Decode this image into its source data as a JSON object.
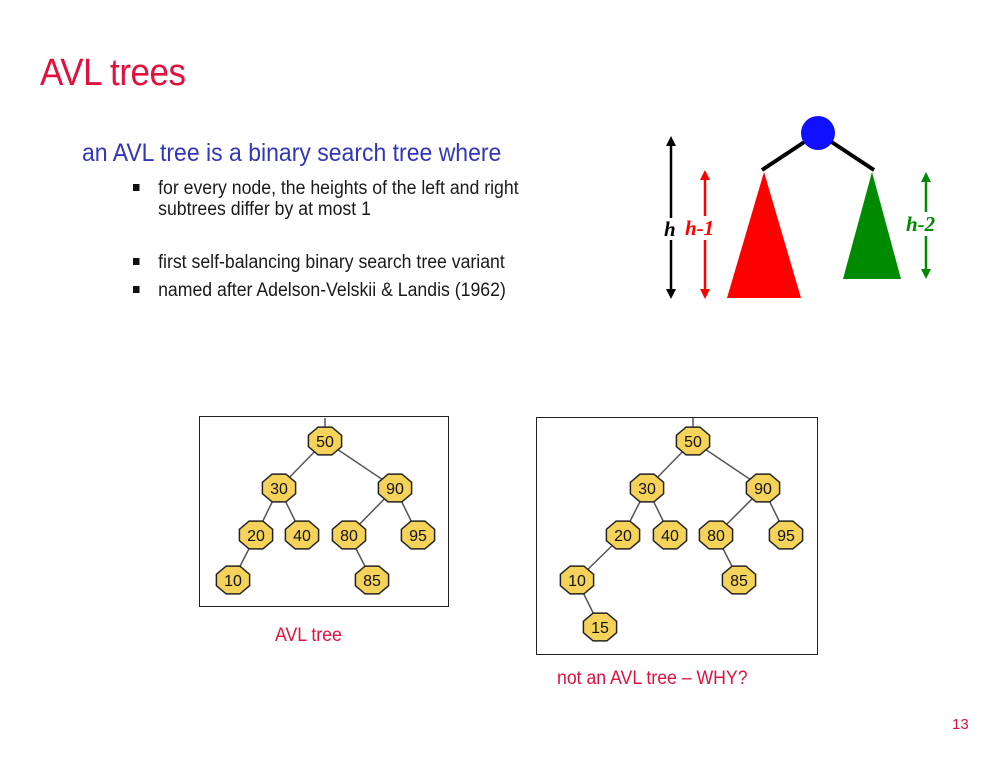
{
  "slide": {
    "title": "AVL trees",
    "subtitle": "an AVL tree is a binary search tree where",
    "bullets": [
      "for every node, the heights of the left and right subtrees differ by at most 1",
      "first self-balancing binary search tree variant",
      "named after Adelson-Velskii & Landis (1962)"
    ],
    "slide_number": "13"
  },
  "diagram": {
    "labels": {
      "h": "h",
      "h1": "h-1",
      "h2": "h-2"
    },
    "colors": {
      "root": "#1010ff",
      "left_subtree": "#ff0000",
      "right_subtree": "#008a00",
      "h_arrow": "#000000",
      "h1_arrow": "#ff0000",
      "h2_arrow": "#008a00"
    }
  },
  "trees": [
    {
      "caption": "AVL tree",
      "nodes": [
        "50",
        "30",
        "90",
        "20",
        "40",
        "80",
        "95",
        "10",
        "85"
      ]
    },
    {
      "caption": "not an AVL tree – WHY?",
      "nodes": [
        "50",
        "30",
        "90",
        "20",
        "40",
        "80",
        "95",
        "10",
        "85",
        "15"
      ]
    }
  ],
  "node_color": "#f5d35a"
}
